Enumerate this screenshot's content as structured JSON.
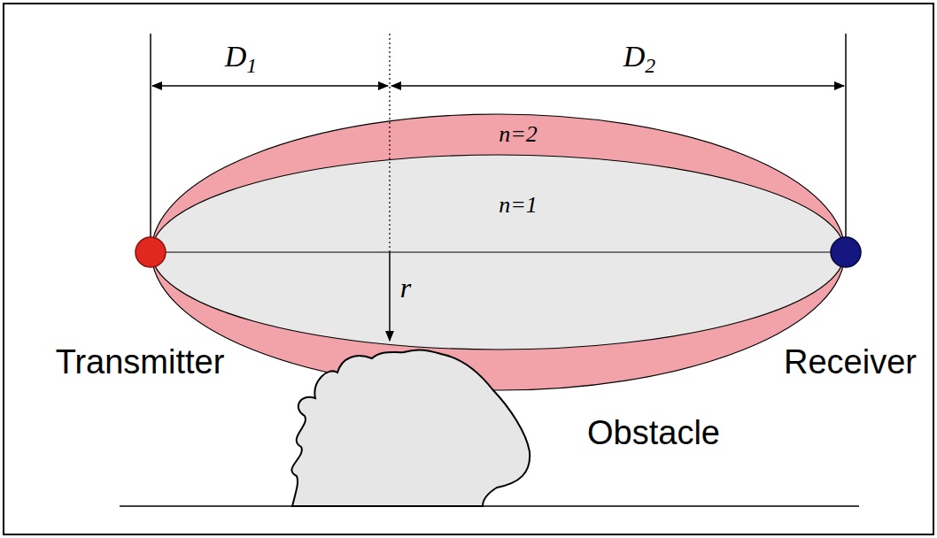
{
  "diagram": {
    "nodes": [
      {
        "text": [
          "n=2"
        ]
      },
      {
        "text": [
          "n=1"
        ],
        "in": 0
      }
    ],
    "labels": [
      "D1",
      "D2",
      "r",
      "Transmitter",
      "Receiver",
      "Obstacle"
    ]
  }
}
